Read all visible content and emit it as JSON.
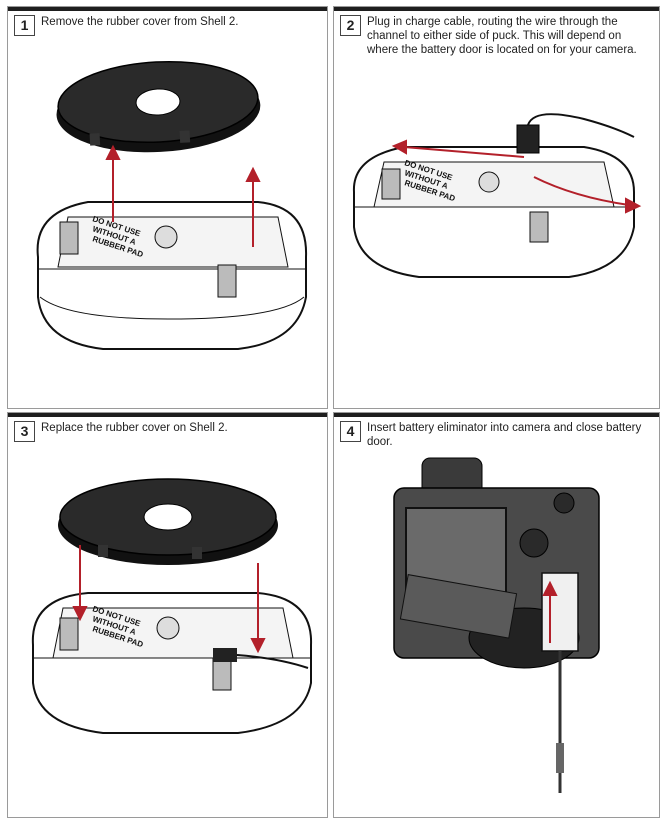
{
  "steps": [
    {
      "number": "1",
      "text": "Remove the rubber cover from Shell 2."
    },
    {
      "number": "2",
      "text": "Plug in charge cable, routing the wire through the channel to either side of puck. This will depend on where the battery door is located on for your camera."
    },
    {
      "number": "3",
      "text": "Replace the rubber cover on Shell 2."
    },
    {
      "number": "4",
      "text": "Insert battery eliminator into camera and close battery door."
    }
  ],
  "labels": {
    "base_warning": [
      "DO NOT USE",
      "WITHOUT A",
      "RUBBER PAD"
    ]
  },
  "colors": {
    "arrow": "#b3202a",
    "frame": "#1e1e1e",
    "pad": "#2a2a2a"
  }
}
